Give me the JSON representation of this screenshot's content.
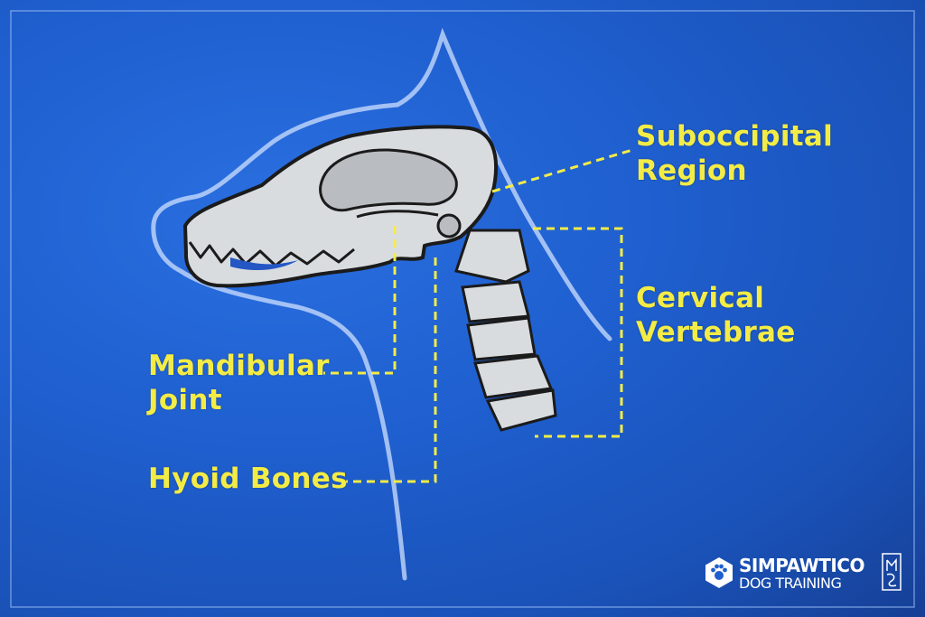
{
  "labels": {
    "suboccipital": [
      "Suboccipital",
      "Region"
    ],
    "cervical": [
      "Cervical",
      "Vertebrae"
    ],
    "mandibular": [
      "Mandibular",
      "Joint"
    ],
    "hyoid": "Hyoid Bones"
  },
  "brand": {
    "name": "SIMPAWTICO",
    "subtitle": "DOG TRAINING",
    "logo_icon": "paw-hexagon-icon",
    "stamp_icon": "monogram-stamp-icon"
  },
  "colors": {
    "background": "#1f5fcf",
    "label": "#f3ec46",
    "outline": "#cfe0ff",
    "bone": "#d9dcdf"
  }
}
